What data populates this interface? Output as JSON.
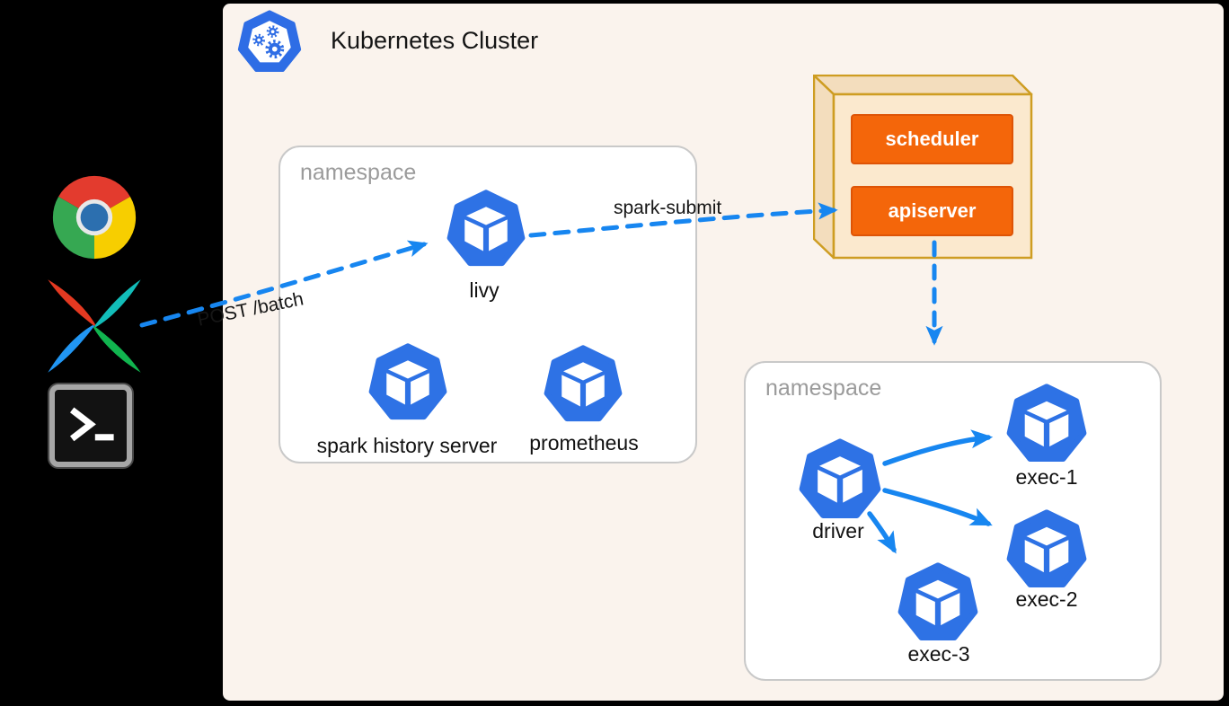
{
  "header": {
    "title": "Kubernetes Cluster"
  },
  "left_rail": {
    "icons": [
      {
        "name": "chrome"
      },
      {
        "name": "airflow"
      },
      {
        "name": "terminal",
        "prompt": ">_"
      }
    ]
  },
  "namespaces": {
    "left": {
      "label": "namespace",
      "pods": [
        {
          "name": "livy"
        },
        {
          "name": "spark history server"
        },
        {
          "name": "prometheus"
        }
      ]
    },
    "right": {
      "label": "namespace",
      "pods": [
        {
          "name": "driver"
        },
        {
          "name": "exec-1"
        },
        {
          "name": "exec-2"
        },
        {
          "name": "exec-3"
        }
      ]
    }
  },
  "control_plane": {
    "scheduler_label": "scheduler",
    "apiserver_label": "apiserver"
  },
  "edges": [
    {
      "from": "airflow",
      "to": "livy",
      "label": "POST /batch",
      "style": "dashed"
    },
    {
      "from": "livy",
      "to": "apiserver",
      "label": "spark-submit",
      "style": "dashed"
    },
    {
      "from": "apiserver",
      "to": "right-namespace",
      "label": "",
      "style": "dashed"
    },
    {
      "from": "driver",
      "to": "exec-1",
      "label": "",
      "style": "solid"
    },
    {
      "from": "driver",
      "to": "exec-2",
      "label": "",
      "style": "solid"
    },
    {
      "from": "driver",
      "to": "exec-3",
      "label": "",
      "style": "solid"
    }
  ],
  "colors": {
    "pod_blue": "#2E72E5",
    "arrow_blue": "#1786F0",
    "accent_orange": "#F4660A",
    "box_gold": "#CE9D22",
    "box_face": "#FBE9CE",
    "canvas_cream": "#FAF3ED"
  }
}
